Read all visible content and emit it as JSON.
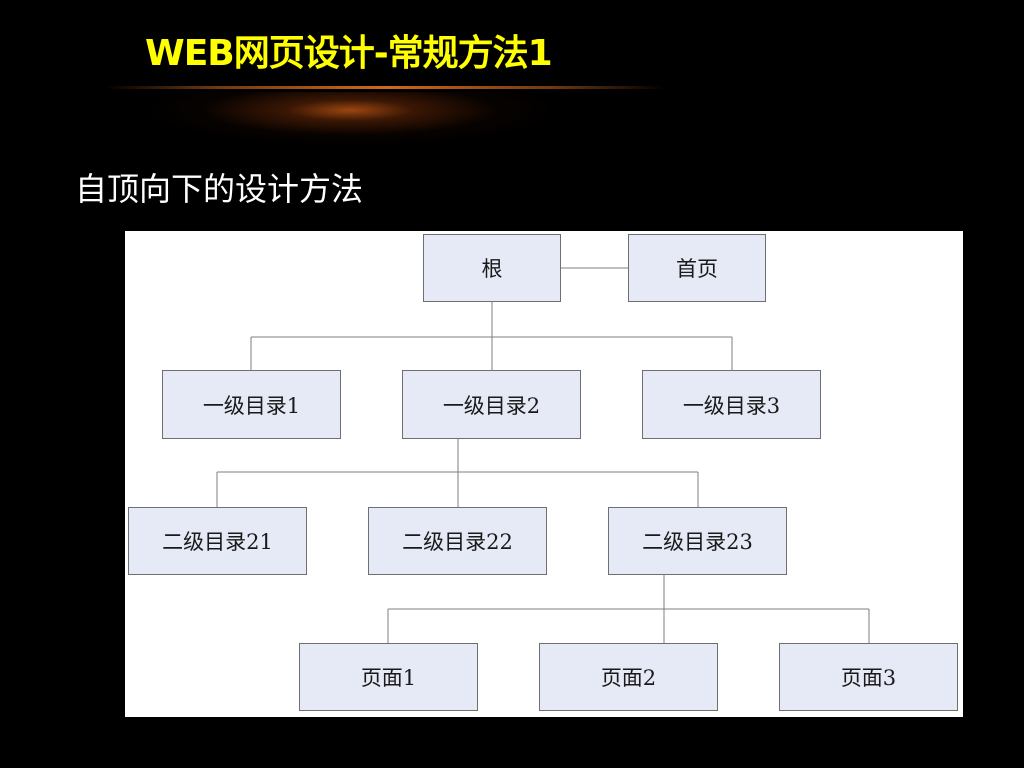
{
  "slide": {
    "title": "WEB网页设计-常规方法1",
    "subtitle": "自顶向下的设计方法"
  },
  "diagram": {
    "root": "根",
    "home": "首页",
    "level1": [
      "一级目录1",
      "一级目录2",
      "一级目录3"
    ],
    "level2": [
      "二级目录21",
      "二级目录22",
      "二级目录23"
    ],
    "pages": [
      "页面1",
      "页面2",
      "页面3"
    ]
  },
  "colors": {
    "background": "#000000",
    "title": "#ffff00",
    "subtitle": "#ffffff",
    "node_fill": "#e6e9f6",
    "node_border": "#6f6f6f",
    "connector": "#7f7f7f",
    "title_glow": "#c85a14"
  }
}
